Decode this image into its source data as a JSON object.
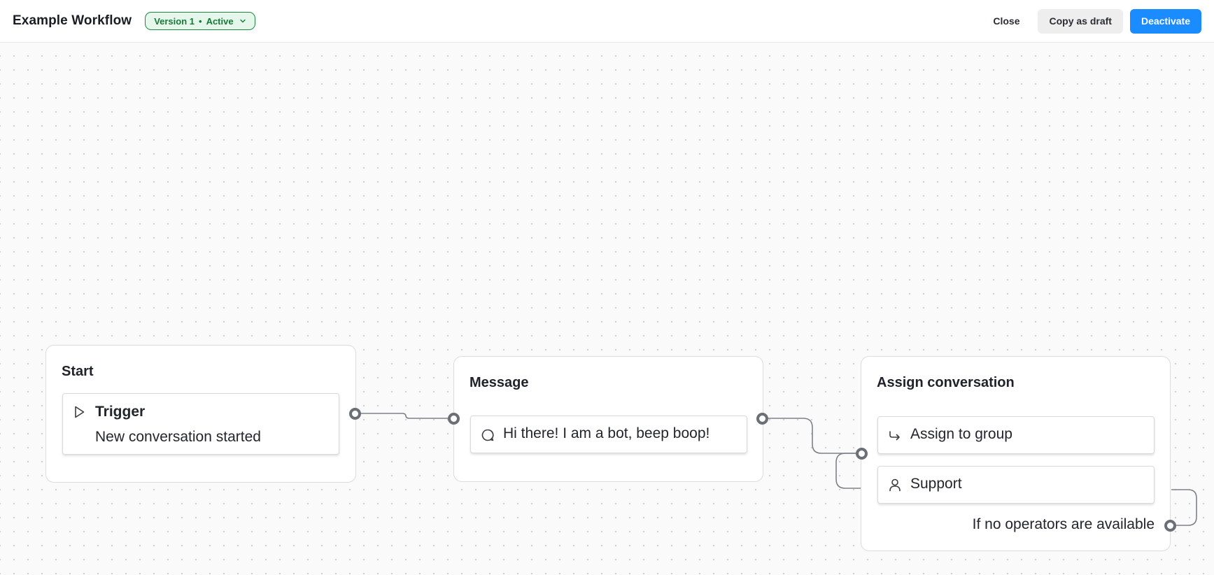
{
  "header": {
    "title": "Example Workflow",
    "version_label": "Version 1",
    "version_separator": "•",
    "status_label": "Active",
    "close_label": "Close",
    "copy_label": "Copy as draft",
    "deactivate_label": "Deactivate"
  },
  "colors": {
    "accent": "#1a8cff",
    "active_green": "#157a35",
    "active_bg": "#e5f7eb",
    "connector": "#6b6f76"
  },
  "nodes": {
    "start": {
      "title": "Start",
      "trigger": {
        "icon": "play-icon",
        "title": "Trigger",
        "subtitle": "New conversation started"
      }
    },
    "message": {
      "title": "Message",
      "item": {
        "icon": "chat-bubble-icon",
        "text": "Hi there! I am a bot, beep boop!"
      }
    },
    "assign": {
      "title": "Assign conversation",
      "action": {
        "icon": "redirect-arrow-icon",
        "text": "Assign to group"
      },
      "group": {
        "icon": "person-icon",
        "text": "Support"
      },
      "fallback_label": "If no operators are available"
    }
  }
}
